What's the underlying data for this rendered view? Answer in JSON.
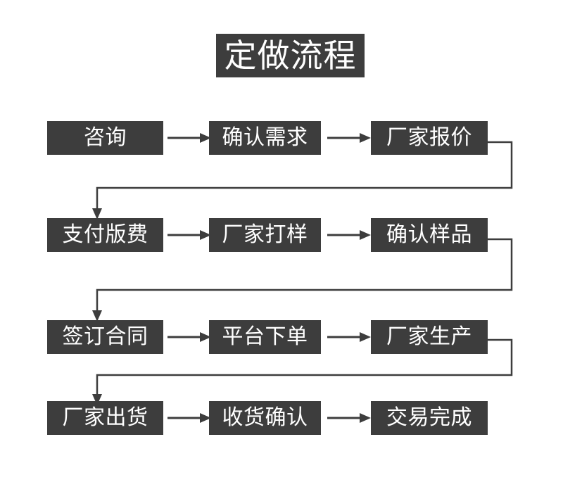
{
  "diagram": {
    "title": "定做流程",
    "colors": {
      "node_fill": "#3d3d3d",
      "node_text": "#ffffff",
      "connector": "#3d3d3d",
      "background": "#ffffff"
    },
    "rows": [
      {
        "index": 1,
        "nodes": [
          "咨询",
          "确认需求",
          "厂家报价"
        ],
        "arrows": [
          "→",
          "→"
        ]
      },
      {
        "index": 2,
        "nodes": [
          "支付版费",
          "厂家打样",
          "确认样品"
        ],
        "arrows": [
          "→",
          "→"
        ]
      },
      {
        "index": 3,
        "nodes": [
          "签订合同",
          "平台下单",
          "厂家生产"
        ],
        "arrows": [
          "→",
          "→"
        ]
      },
      {
        "index": 4,
        "nodes": [
          "厂家出货",
          "收货确认",
          "交易完成"
        ],
        "arrows": [
          "→",
          "→"
        ]
      }
    ],
    "wrap_connectors": [
      {
        "from": "厂家报价",
        "to": "支付版费"
      },
      {
        "from": "确认样品",
        "to": "签订合同"
      },
      {
        "from": "厂家生产",
        "to": "厂家出货"
      }
    ],
    "sequence": [
      "咨询",
      "确认需求",
      "厂家报价",
      "支付版费",
      "厂家打样",
      "确认样品",
      "签订合同",
      "平台下单",
      "厂家生产",
      "厂家出货",
      "收货确认",
      "交易完成"
    ]
  }
}
